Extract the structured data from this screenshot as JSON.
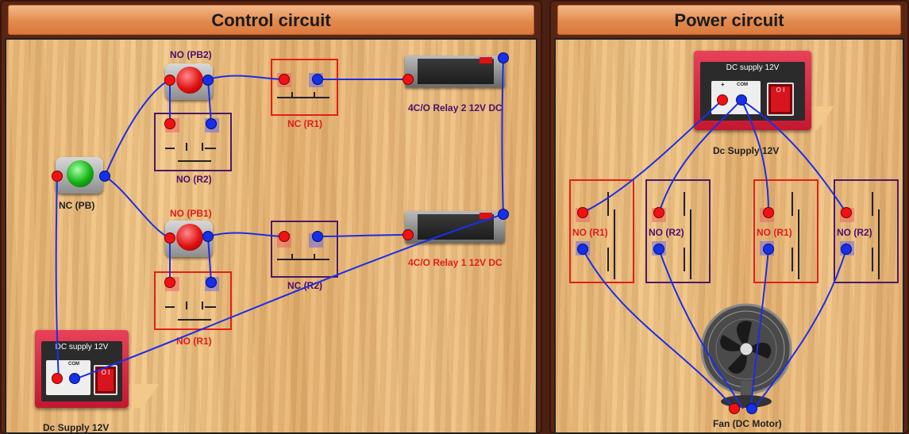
{
  "panels": {
    "control": {
      "title": "Control circuit"
    },
    "power": {
      "title": "Power circuit"
    }
  },
  "control": {
    "labels": {
      "no_pb2": "NO (PB2)",
      "no_pb1": "NO (PB1)",
      "nc_pb": "NC (PB)",
      "nc_r1": "NC (R1)",
      "nc_r2": "NC (R2)",
      "no_r2": "NO (R2)",
      "no_r1": "NO (R1)",
      "relay2": "4C/O Relay 2 12V DC",
      "relay1": "4C/O Relay 1 12V DC",
      "supply_caption": "Dc Supply 12V",
      "supply_face": "DC supply 12V",
      "supply_com": "COM",
      "supply_switch": "O I"
    }
  },
  "power": {
    "labels": {
      "supply_face": "DC supply 12V",
      "supply_caption": "Dc Supply 12V",
      "supply_com": "COM",
      "supply_plus": "+",
      "supply_switch": "O I",
      "c1": "NO (R1)",
      "c2": "NO (R2)",
      "c3": "NO (R1)",
      "c4": "NO (R2)",
      "fan": "Fan (DC Motor)"
    }
  },
  "colors": {
    "wire": "#1b2ee8",
    "red_terminal": "#f01212",
    "blue_terminal": "#1530e8",
    "contact_red": "#e0201a",
    "contact_purple": "#4b1a66"
  }
}
